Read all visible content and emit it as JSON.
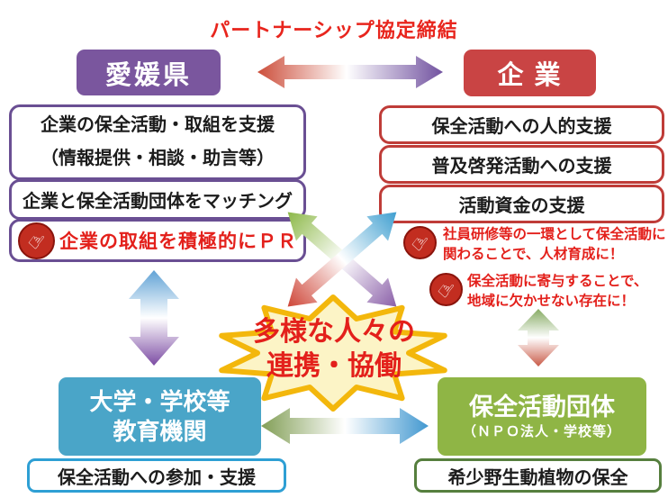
{
  "title": "パートナーシップ協定締結",
  "nodes": {
    "ehime": {
      "label": "愛媛県"
    },
    "company": {
      "label": "企 業"
    },
    "school": {
      "line1": "大学・学校等",
      "line2": "教育機関"
    },
    "group": {
      "line1": "保全活動団体",
      "line2": "（ＮＰＯ法人・学校等）"
    }
  },
  "ehime_support": {
    "box1_line1": "企業の保全活動・取組を支援",
    "box1_line2": "（情報提供・相談・助言等）",
    "box2": "企業と保全活動団体をマッチング",
    "box3": "企業の取組を積極的にＰＲ"
  },
  "company_support": {
    "box1": "保全活動への人的支援",
    "box2": "普及啓発活動への支援",
    "box3": "活動資金の支援"
  },
  "company_notes": {
    "note1_line1": "社員研修等の一環として保全活動に",
    "note1_line2": "関わることで、人材育成に！",
    "note2_line1": "保全活動に寄与することで、",
    "note2_line2": "地域に欠かせない存在に！"
  },
  "center": {
    "line1": "多様な人々の",
    "line2": "連携・協働"
  },
  "school_note": "保全活動への参加・支援",
  "group_note": "希少野生動植物の保全",
  "icons": {
    "hand": "pointing-hand"
  },
  "colors": {
    "ehime_purple": "#7a569e",
    "company_red": "#c94444",
    "school_blue": "#4aa5c8",
    "group_green": "#8fb545",
    "red_text": "#e3201b",
    "star_fill": "#fcf4c6",
    "star_border": "#f3b70c",
    "purple_border": "#6a4f93",
    "red_border": "#bf3c38",
    "blue_border": "#2e9fd4",
    "green_border": "#567f3e"
  }
}
